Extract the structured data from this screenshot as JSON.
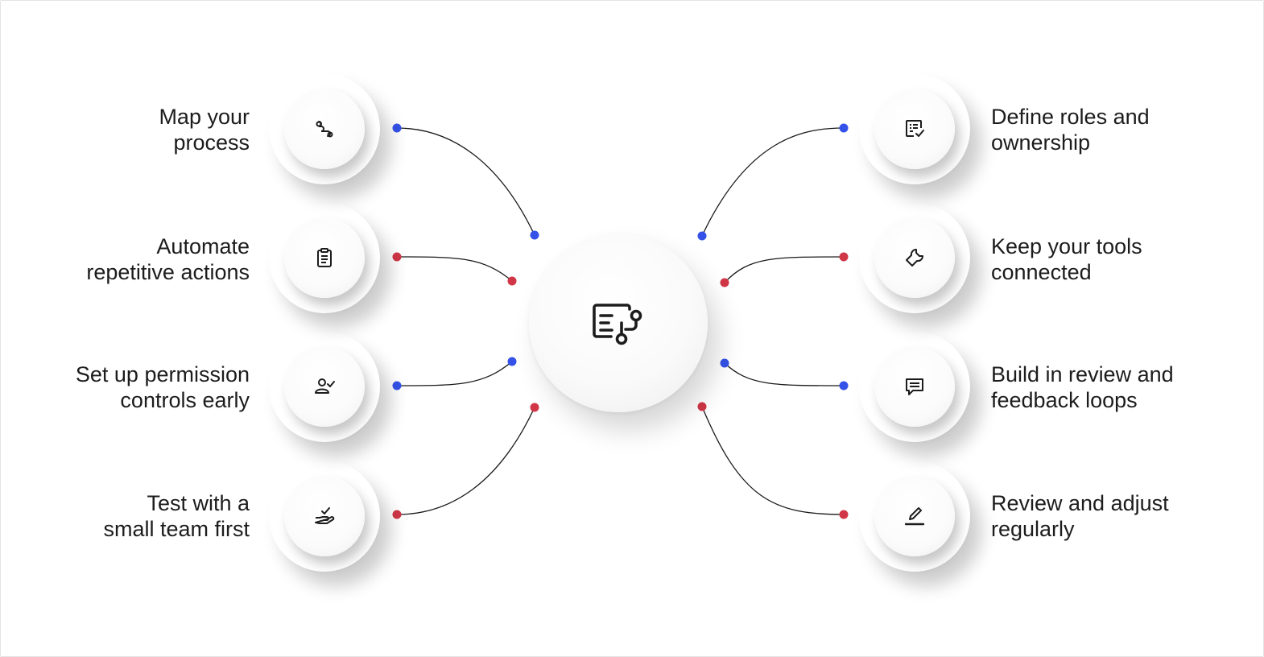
{
  "hub": {
    "icon": "workflow-document-icon"
  },
  "colors": {
    "blue": "#3452e8",
    "red": "#d03646",
    "line": "#1a1a1a",
    "text": "#1c1c1c"
  },
  "items": [
    {
      "side": "left",
      "color": "blue",
      "icon": "route-icon",
      "label": "Map your\nprocess"
    },
    {
      "side": "left",
      "color": "red",
      "icon": "clipboard-list-icon",
      "label": "Automate\nrepetitive actions"
    },
    {
      "side": "left",
      "color": "blue",
      "icon": "user-check-icon",
      "label": "Set up permission\ncontrols early"
    },
    {
      "side": "left",
      "color": "red",
      "icon": "hand-check-icon",
      "label": "Test with a\nsmall team first"
    },
    {
      "side": "right",
      "color": "blue",
      "icon": "checklist-icon",
      "label": "Define roles and\nownership"
    },
    {
      "side": "right",
      "color": "red",
      "icon": "wrench-icon",
      "label": "Keep your tools\nconnected"
    },
    {
      "side": "right",
      "color": "blue",
      "icon": "message-lines-icon",
      "label": "Build in review and\nfeedback loops"
    },
    {
      "side": "right",
      "color": "red",
      "icon": "pencil-underline-icon",
      "label": "Review and adjust\nregularly"
    }
  ]
}
